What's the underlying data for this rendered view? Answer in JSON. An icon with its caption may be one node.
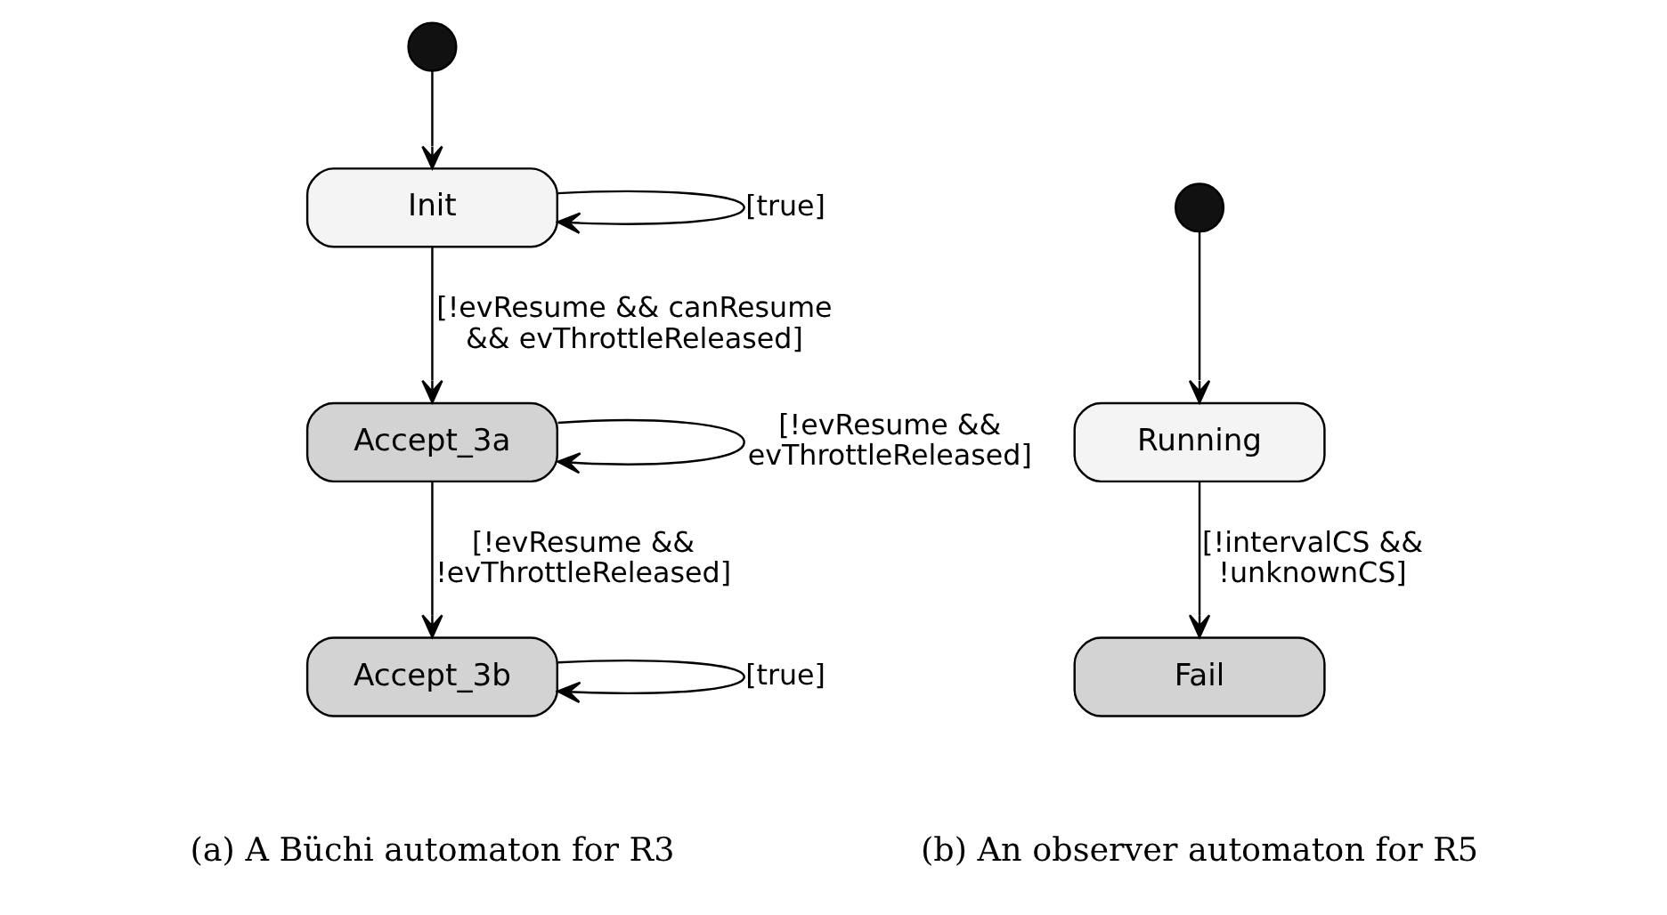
{
  "diagram": {
    "nodes": [
      {
        "text": [],
        "shape": "circle"
      },
      {
        "text": [
          "Init"
        ]
      },
      {
        "text": [
          "Accept_3a"
        ]
      },
      {
        "text": [
          "Accept_3b"
        ]
      },
      {
        "text": [],
        "shape": "circle"
      },
      {
        "text": [
          "Running"
        ]
      },
      {
        "text": [
          "Fail"
        ]
      }
    ],
    "edges": [
      {
        "from": 0,
        "to": 1,
        "arrow": "to"
      },
      {
        "from": 1,
        "to": 1,
        "arrow": "to",
        "label": "[true]"
      },
      {
        "from": 1,
        "to": 2,
        "arrow": "to",
        "label": "[!evResume && canResume && evThrottleReleased]"
      },
      {
        "from": 2,
        "to": 2,
        "arrow": "to",
        "label": "[!evResume && evThrottleReleased]"
      },
      {
        "from": 2,
        "to": 3,
        "arrow": "to",
        "label": "[!evResume && !evThrottleReleased]"
      },
      {
        "from": 3,
        "to": 3,
        "arrow": "to",
        "label": "[true]"
      },
      {
        "from": 4,
        "to": 5,
        "arrow": "to"
      },
      {
        "from": 5,
        "to": 6,
        "arrow": "to",
        "label": "[!intervalCS && !unknownCS]"
      }
    ],
    "labels": [
      "(a) A Büchi automaton for R3",
      "(b) An observer automaton for R5"
    ]
  }
}
